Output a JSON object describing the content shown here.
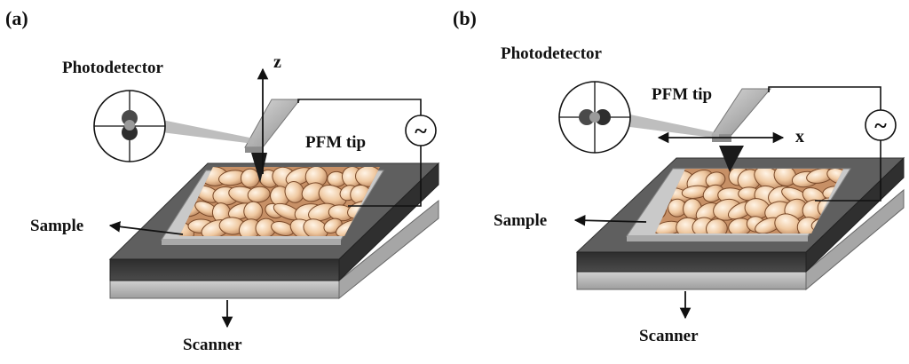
{
  "panels": [
    {
      "id": "a",
      "label": "(a)",
      "photodetector": "Photodetector",
      "tip": "PFM tip",
      "axis": "z",
      "sample": "Sample",
      "scanner": "Scanner"
    },
    {
      "id": "b",
      "label": "(b)",
      "photodetector": "Photodetector",
      "tip": "PFM tip",
      "axis": "x",
      "sample": "Sample",
      "scanner": "Scanner"
    }
  ],
  "ac_symbol": "~",
  "colors": {
    "grain_fill": "#eec9a2",
    "grain_edge": "#7a4a2a",
    "substrate_top": "#5c5c5c",
    "substrate_side": "#3c3c3c",
    "scanner_plate": "#b9b9b9",
    "tip_body": "#a8a8a8"
  }
}
